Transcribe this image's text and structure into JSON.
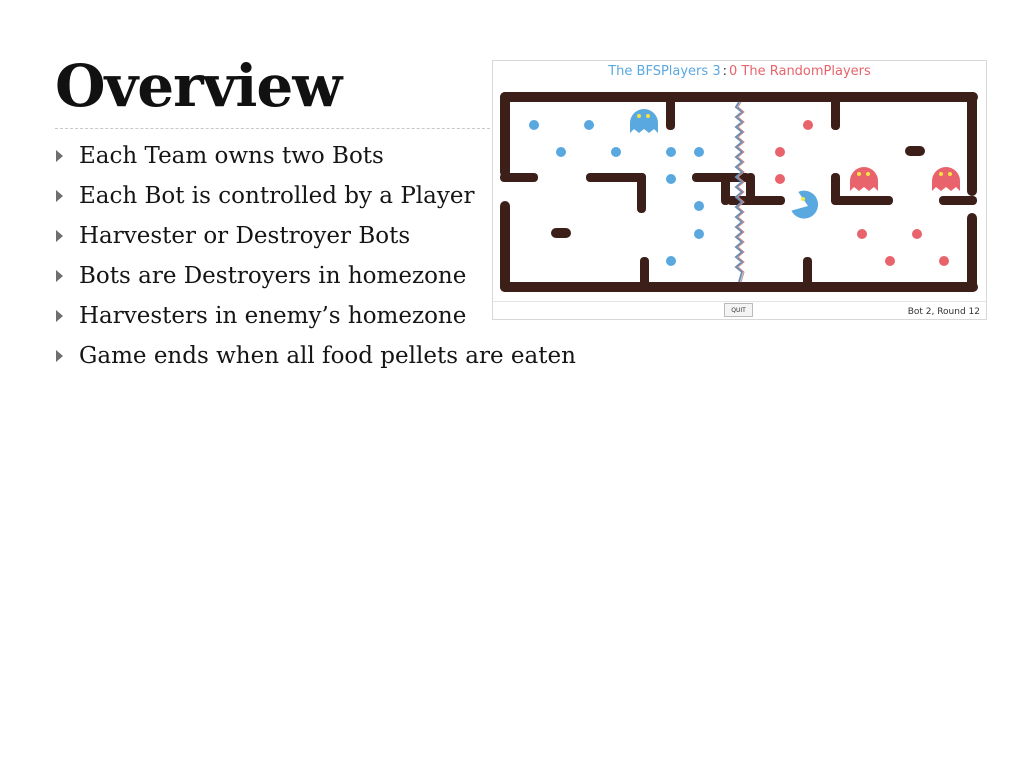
{
  "slide": {
    "title": "Overview",
    "bullets": [
      "Each Team owns two Bots",
      "Each Bot is controlled by a Player",
      "Harvester or Destroyer Bots",
      "Bots are Destroyers in homezone",
      "Harvesters in enemy’s homezone",
      "Game ends when all food pellets are eaten"
    ]
  },
  "game": {
    "team_left": "The BFSPlayers",
    "score_left": "3",
    "score_separator": ":",
    "score_right": "0",
    "team_right": "The RandomPlayers",
    "quit_label": "QUIT",
    "status": "Bot 2, Round 12",
    "colors": {
      "left_team": "#5aa8e0",
      "right_team": "#e8636b",
      "wall": "#3d1f1a"
    }
  }
}
